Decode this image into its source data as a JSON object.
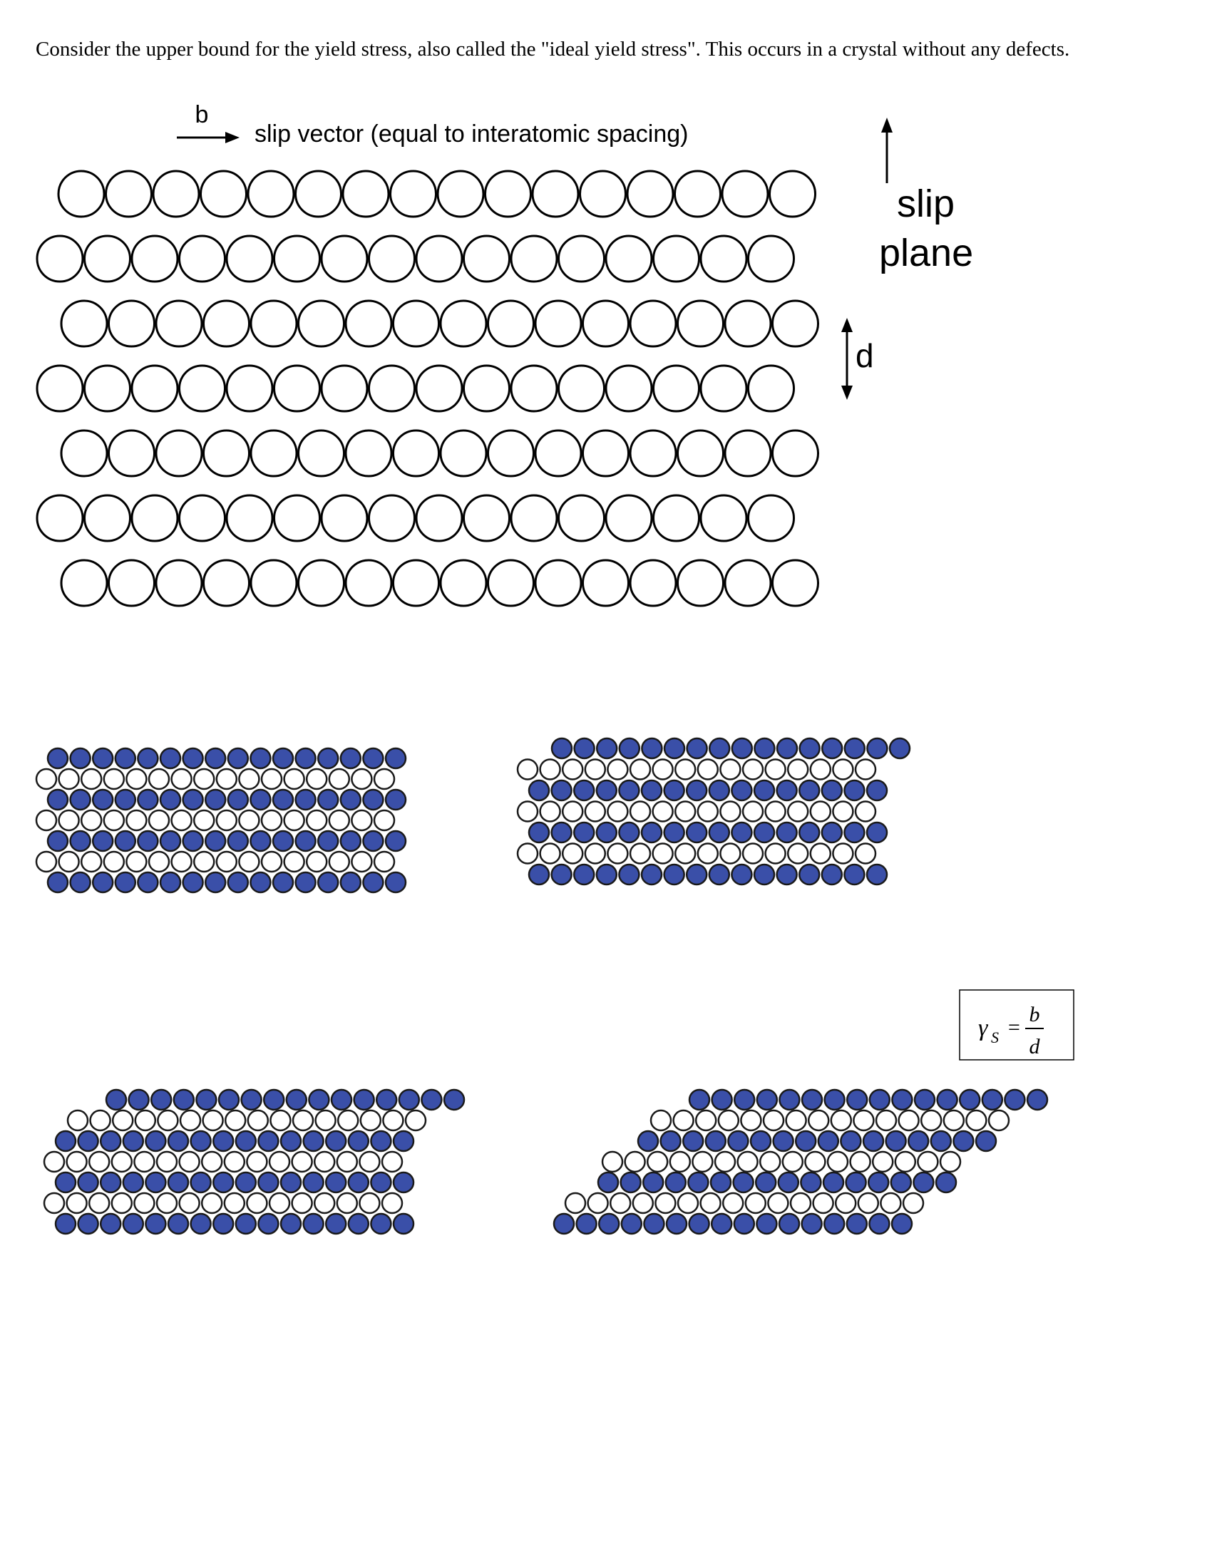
{
  "intro_text": "Consider the upper bound for the yield stress, also called the \"ideal yield stress\". This occurs in a crystal without any defects.",
  "top_figure": {
    "b_label": "b",
    "slip_vector_label": "slip vector (equal to interatomic spacing)",
    "slip_plane_label_line1": "slip",
    "slip_plane_label_line2": "plane",
    "d_label": "d"
  },
  "formula": {
    "gamma": "γ",
    "subscript": "S",
    "equals": "=",
    "numerator": "b",
    "denominator": "d"
  },
  "colors": {
    "atom_fill_blue": "#3a4fa8",
    "atom_stroke": "#1a1a1a",
    "atom_fill_white": "#ffffff"
  },
  "lattice": {
    "rows": 7,
    "atoms_per_row": 16,
    "row_colors": [
      "blue",
      "white",
      "blue",
      "white",
      "blue",
      "white",
      "blue"
    ]
  }
}
